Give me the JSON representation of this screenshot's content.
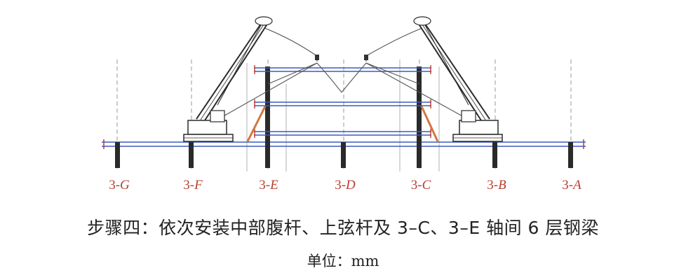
{
  "axes": [
    {
      "num": "3-",
      "letter": "G"
    },
    {
      "num": "3-",
      "letter": "F"
    },
    {
      "num": "3-",
      "letter": "E"
    },
    {
      "num": "3-",
      "letter": "D"
    },
    {
      "num": "3-",
      "letter": "C"
    },
    {
      "num": "3-",
      "letter": "B"
    },
    {
      "num": "3-",
      "letter": "A"
    }
  ],
  "caption": "步骤四：依次安装中部腹杆、上弦杆及 3–C、3–E 轴间 6 层钢梁",
  "unit": "单位：mm",
  "colors": {
    "axis_label": "#b84032",
    "beam": "#3b5bbf",
    "brace": "#d2773f",
    "structure": "#2a2a2a",
    "grid_line": "#9a9a9a"
  }
}
